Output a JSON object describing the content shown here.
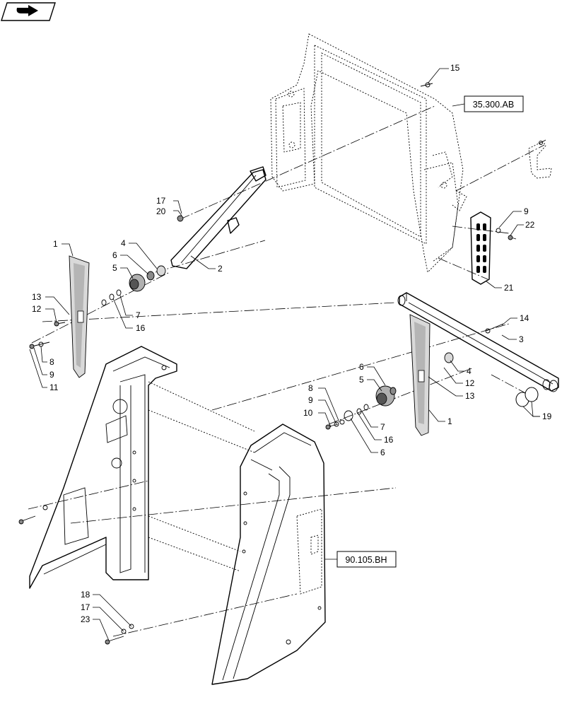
{
  "callouts": [
    {
      "id": "c15",
      "label": "15"
    },
    {
      "id": "c17a",
      "label": "17"
    },
    {
      "id": "c20",
      "label": "20"
    },
    {
      "id": "c1a",
      "label": "1"
    },
    {
      "id": "c4a",
      "label": "4"
    },
    {
      "id": "c6a",
      "label": "6"
    },
    {
      "id": "c5a",
      "label": "5"
    },
    {
      "id": "c2",
      "label": "2"
    },
    {
      "id": "c13a",
      "label": "13"
    },
    {
      "id": "c12a",
      "label": "12"
    },
    {
      "id": "c7a",
      "label": "7"
    },
    {
      "id": "c16a",
      "label": "16"
    },
    {
      "id": "c8a",
      "label": "8"
    },
    {
      "id": "c9a",
      "label": "9"
    },
    {
      "id": "c11",
      "label": "11"
    },
    {
      "id": "c9b",
      "label": "9"
    },
    {
      "id": "c22",
      "label": "22"
    },
    {
      "id": "c21",
      "label": "21"
    },
    {
      "id": "c14",
      "label": "14"
    },
    {
      "id": "c3",
      "label": "3"
    },
    {
      "id": "c6b",
      "label": "6"
    },
    {
      "id": "c5b",
      "label": "5"
    },
    {
      "id": "c4b",
      "label": "4"
    },
    {
      "id": "c12b",
      "label": "12"
    },
    {
      "id": "c13b",
      "label": "13"
    },
    {
      "id": "c19",
      "label": "19"
    },
    {
      "id": "c8b",
      "label": "8"
    },
    {
      "id": "c9c",
      "label": "9"
    },
    {
      "id": "c10",
      "label": "10"
    },
    {
      "id": "c7b",
      "label": "7"
    },
    {
      "id": "c16b",
      "label": "16"
    },
    {
      "id": "c6c",
      "label": "6"
    },
    {
      "id": "c1b",
      "label": "1"
    },
    {
      "id": "c18",
      "label": "18"
    },
    {
      "id": "c17b",
      "label": "17"
    },
    {
      "id": "c23",
      "label": "23"
    }
  ],
  "references": [
    {
      "id": "ref1",
      "label": "35.300.AB"
    },
    {
      "id": "ref2",
      "label": "90.105.BH"
    }
  ],
  "nav_icon": "next-page-arrow-icon"
}
